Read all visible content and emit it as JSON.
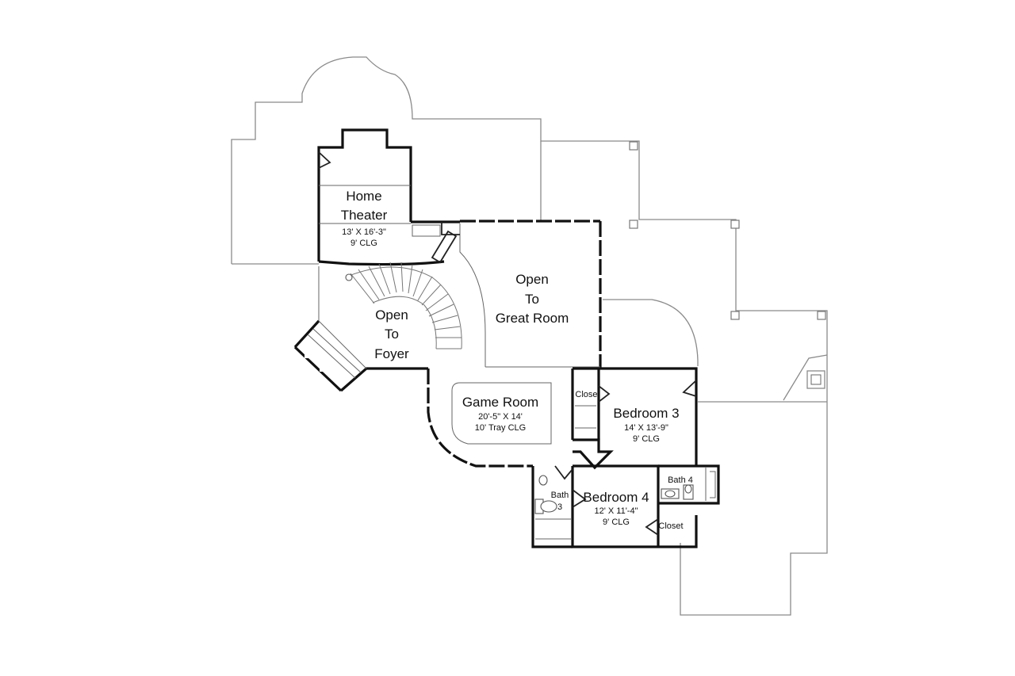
{
  "rooms": {
    "home_theater": {
      "name_line1": "Home",
      "name_line2": "Theater",
      "size": "13' X 16'-3\"",
      "ceiling": "9' CLG"
    },
    "open_great_room": {
      "line1": "Open",
      "line2": "To",
      "line3": "Great Room"
    },
    "open_foyer": {
      "line1": "Open",
      "line2": "To",
      "line3": "Foyer"
    },
    "game_room": {
      "name": "Game Room",
      "size": "20'-5\" X 14'",
      "ceiling": "10' Tray CLG"
    },
    "bedroom_3": {
      "name": "Bedroom 3",
      "size": "14' X 13'-9\"",
      "ceiling": "9' CLG"
    },
    "bedroom_4": {
      "name": "Bedroom 4",
      "size": "12' X 11'-4\"",
      "ceiling": "9' CLG"
    },
    "closet_upper": {
      "name": "Closet"
    },
    "closet_lower": {
      "name": "Closet"
    },
    "bath_3": {
      "line1": "Bath",
      "line2": "3"
    },
    "bath_4": {
      "name": "Bath 4"
    }
  }
}
